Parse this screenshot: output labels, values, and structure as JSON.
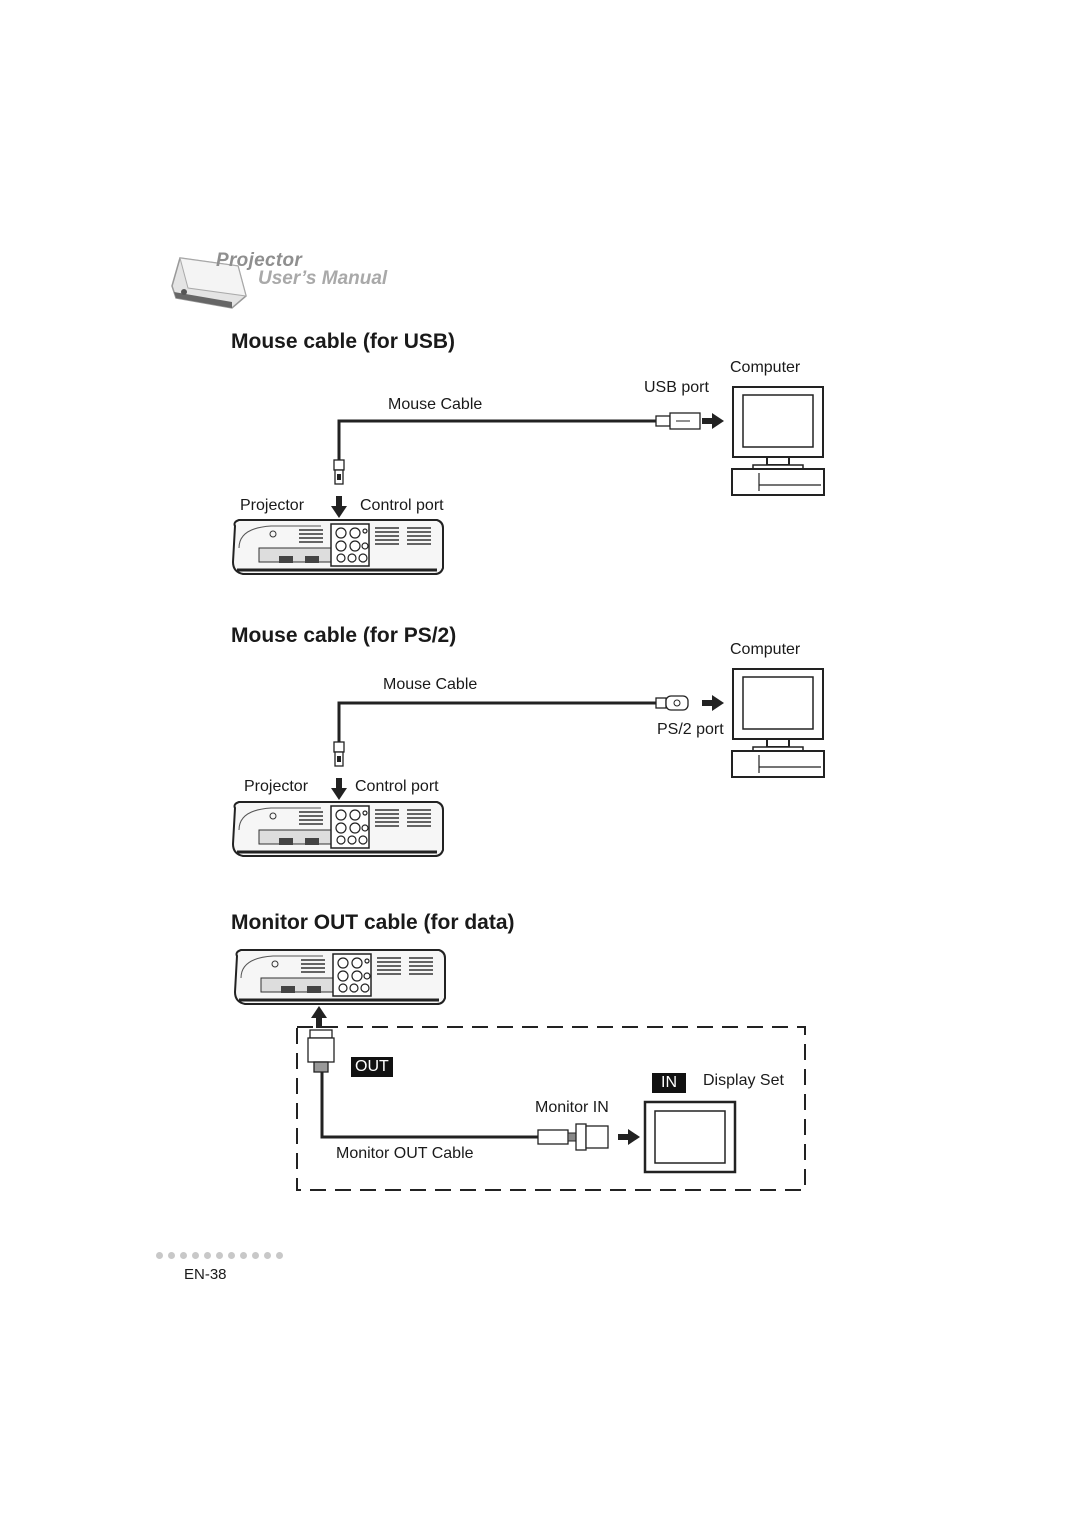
{
  "header": {
    "logo_line1": "Projector",
    "logo_line2": "User’s Manual"
  },
  "sections": {
    "usb": {
      "title": "Mouse cable (for USB)",
      "computer": "Computer",
      "port": "USB port",
      "cable": "Mouse Cable",
      "projector": "Projector",
      "control_port": "Control port"
    },
    "ps2": {
      "title": "Mouse cable (for PS/2)",
      "computer": "Computer",
      "port": "PS/2 port",
      "cable": "Mouse Cable",
      "projector": "Projector",
      "control_port": "Control port"
    },
    "monitor": {
      "title": "Monitor OUT cable (for data)",
      "out_tag": "OUT",
      "in_tag": "IN",
      "display_set": "Display Set",
      "monitor_in": "Monitor IN",
      "cable": "Monitor OUT Cable"
    }
  },
  "footer": {
    "page_number": "EN-38"
  }
}
